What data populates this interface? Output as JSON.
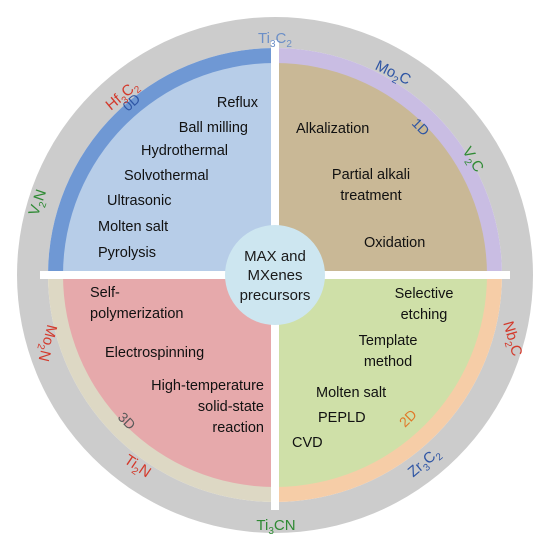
{
  "center": {
    "lines": [
      "MAX and",
      "MXenes",
      "precursors"
    ]
  },
  "quadrants": {
    "zero_d": {
      "dim": "0D",
      "methods": [
        "Reflux",
        "Ball milling",
        "Hydrothermal",
        "Solvothermal",
        "Ultrasonic",
        "Molten salt",
        "Pyrolysis"
      ]
    },
    "one_d": {
      "dim": "1D",
      "methods": [
        "Alkalization",
        "Partial alkali",
        "treatment",
        "Oxidation"
      ]
    },
    "two_d": {
      "dim": "2D",
      "methods": [
        "Selective",
        "etching",
        "Template",
        "method",
        "Molten salt",
        "PEPLD",
        "CVD"
      ]
    },
    "three_d": {
      "dim": "3D",
      "methods": [
        "Self-",
        "polymerization",
        "Electrospinning",
        "High-temperature",
        "solid-state",
        "reaction"
      ]
    }
  },
  "ring_labels": [
    {
      "name": "ti3c2",
      "base1": "Ti",
      "sub1": "3",
      "base2": "C",
      "sub2": "2",
      "color": "#6c8fc7"
    },
    {
      "name": "hf3c2",
      "base1": "Hf",
      "sub1": "3",
      "base2": "C",
      "sub2": "2",
      "color": "#d33a2c"
    },
    {
      "name": "mo2c",
      "base1": "Mo",
      "sub1": "2",
      "base2": "C",
      "sub2": "",
      "color": "#2e55a4"
    },
    {
      "name": "v2c",
      "base1": "V",
      "sub1": "2",
      "base2": "C",
      "sub2": "",
      "color": "#2f8a34"
    },
    {
      "name": "v2n",
      "base1": "V",
      "sub1": "2",
      "base2": "N",
      "sub2": "",
      "color": "#2f8a34"
    },
    {
      "name": "nb2c",
      "base1": "Nb",
      "sub1": "2",
      "base2": "C",
      "sub2": "",
      "color": "#d33a2c"
    },
    {
      "name": "mo2n",
      "base1": "Mo",
      "sub1": "2",
      "base2": "N",
      "sub2": "",
      "color": "#d33a2c"
    },
    {
      "name": "zr3c2",
      "base1": "Zr",
      "sub1": "3",
      "base2": "C",
      "sub2": "2",
      "color": "#2e55a4"
    },
    {
      "name": "ti2n",
      "base1": "Ti",
      "sub1": "2",
      "base2": "N",
      "sub2": "",
      "color": "#d33a2c"
    },
    {
      "name": "ti3cn",
      "base1": "Ti",
      "sub1": "3",
      "base2": "CN",
      "sub2": "",
      "color": "#2f8a34"
    }
  ],
  "colors": {
    "ring": "#cccccc",
    "q0d_fill": "#b7cde8",
    "q0d_border": "#6f98d4",
    "q1d_fill": "#c9b896",
    "q1d_border": "#c9bde3",
    "q2d_fill": "#cfe0a8",
    "q2d_border": "#f6cda7",
    "q3d_fill": "#e6a9ab",
    "q3d_border": "#ddd8c4",
    "center_fill": "#cde6f0"
  }
}
